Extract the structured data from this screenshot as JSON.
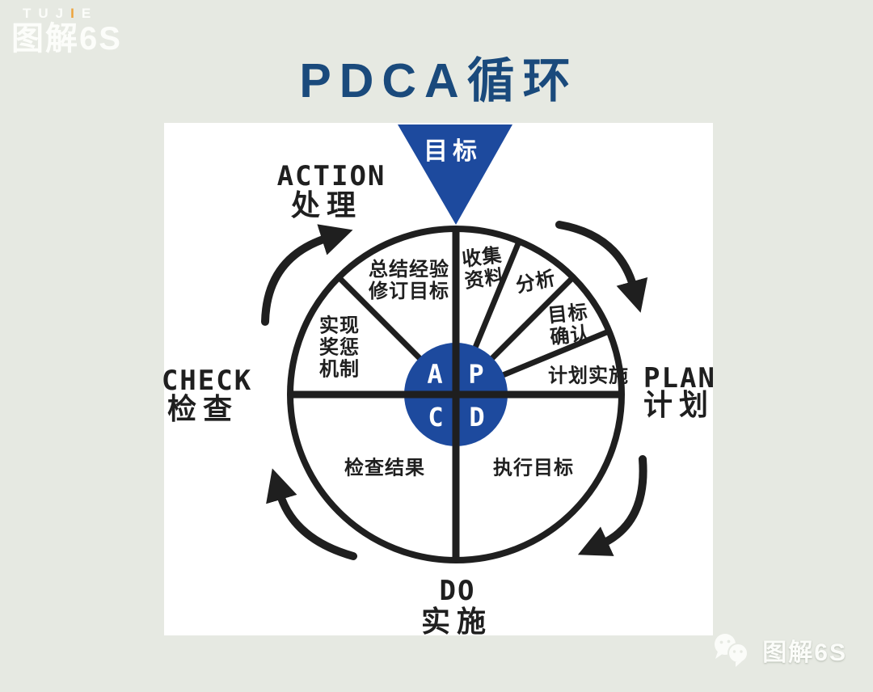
{
  "colors": {
    "background": "#e6e9e2",
    "panel": "#ffffff",
    "title": "#1a4a7c",
    "blue": "#1d4a9e",
    "line": "#1f1f1f",
    "logo_accent": "#eda33b",
    "text_white": "#ffffff"
  },
  "logo": {
    "small_pre": "TUJ",
    "small_accent": "I",
    "small_post": "E",
    "large": "图解6S"
  },
  "title": "PDCA循环",
  "diagram": {
    "goal": "目标",
    "center": {
      "a": "A",
      "p": "P",
      "c": "C",
      "d": "D"
    },
    "phases": {
      "action_en": "ACTION",
      "action_zh": "处理",
      "plan_en": "PLAN",
      "plan_zh": "计划",
      "check_en": "CHECK",
      "check_zh": "检查",
      "do_en": "DO",
      "do_zh": "实施"
    },
    "segments": {
      "summarize_1": "总结经验",
      "summarize_2": "修订目标",
      "reward_1": "实现",
      "reward_2": "奖惩",
      "reward_3": "机制",
      "collect_1": "收集",
      "collect_2": "资料",
      "analyze": "分析",
      "confirm_1": "目标",
      "confirm_2": "确认",
      "implement": "计划实施",
      "check_result": "检查结果",
      "execute": "执行目标"
    }
  },
  "footer": {
    "wechat_label": "图解6S"
  }
}
